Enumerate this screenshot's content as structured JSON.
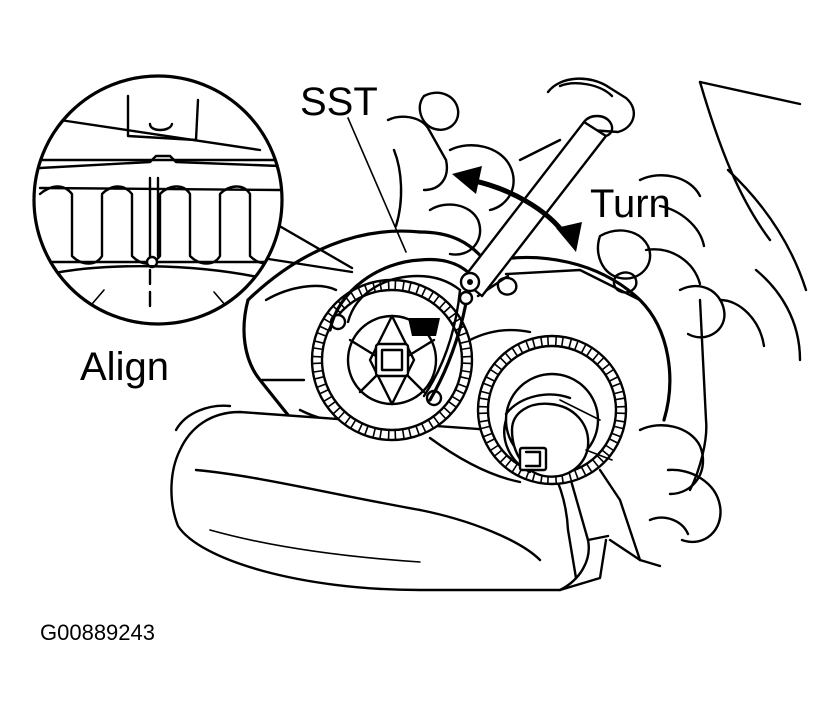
{
  "labels": {
    "sst": "SST",
    "turn": "Turn",
    "align": "Align",
    "figure_id": "G00889243"
  },
  "colors": {
    "ink": "#000000",
    "background": "#ffffff"
  },
  "icons": {
    "turn_arrow": "double-headed-curved-arrow-icon"
  }
}
